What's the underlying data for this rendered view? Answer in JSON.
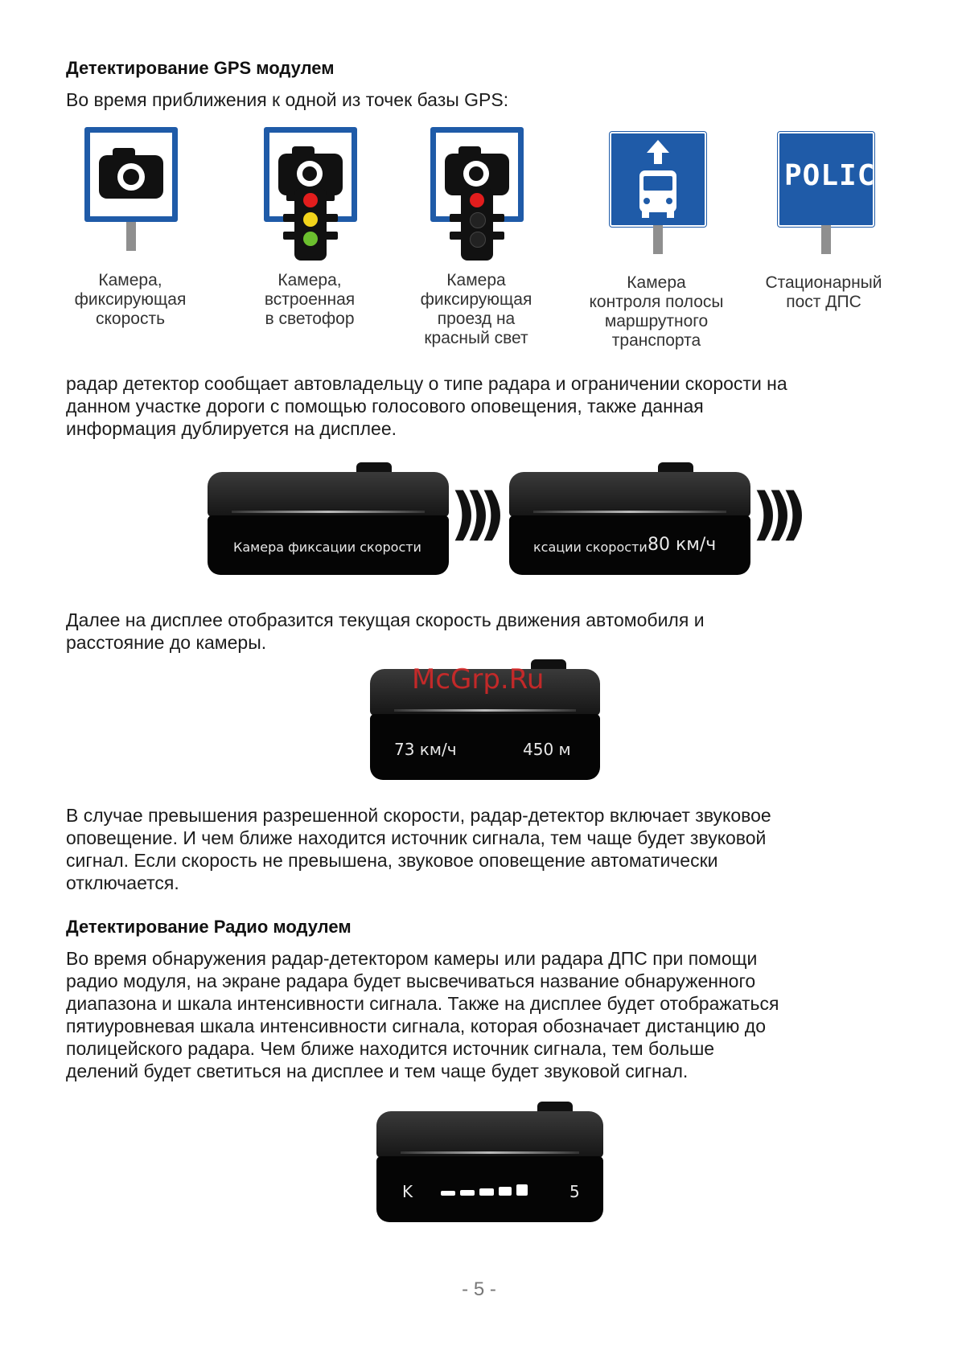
{
  "section1": {
    "heading": "Детектирование GPS модулем",
    "intro": "Во время приближения к одной из точек базы GPS:"
  },
  "signs": [
    {
      "icon": "speed-camera-sign-icon",
      "caption": [
        "Камера,",
        "фиксирующая",
        "скорость"
      ]
    },
    {
      "icon": "traffic-light-camera-sign-icon",
      "caption": [
        "Камера,",
        "встроенная",
        "в светофор"
      ]
    },
    {
      "icon": "red-light-camera-sign-icon",
      "caption": [
        "Камера",
        "фиксирующая",
        "проезд на",
        "красный свет"
      ]
    },
    {
      "icon": "bus-lane-sign-icon",
      "caption": [
        "Камера",
        "контроля полосы",
        "маршрутного",
        "транспорта"
      ]
    },
    {
      "icon": "police-sign-icon",
      "label": "POLICE",
      "caption": [
        "Стационарный",
        "пост ДПС"
      ]
    }
  ],
  "para1": [
    "радар детектор сообщает автовладельцу о типе радара и ограничении скорости на",
    "данном участке дороги с помощью голосового оповещения, также данная",
    "информация дублируется на дисплее."
  ],
  "device1_screen": "Камера фиксации скорости",
  "device2_screen": "ксации скорости",
  "device2_speed": "80 км/ч",
  "para2": [
    "Далее на дисплее отобразится текущая скорость движения автомобиля и",
    "расстояние до камеры."
  ],
  "device3_speed": "73 км/ч",
  "device3_distance": "450 м",
  "watermark": "McGrp.Ru",
  "para3": [
    "В случае превышения разрешенной скорости, радар-детектор включает звуковое",
    "оповещение. И чем ближе находится источник сигнала, тем чаще будет звуковой",
    "сигнал. Если скорость не превышена, звуковое оповещение автоматически",
    "отключается."
  ],
  "section2": {
    "heading": "Детектирование Радио модулем",
    "para": [
      "Во время обнаружения радар-детектором камеры или радара ДПС при помощи",
      "радио модуля, на экране радара будет высвечиваться название обнаруженного",
      "диапазона и шкала интенсивности сигнала. Также на дисплее будет отображаться",
      "пятиуровневая шкала интенсивности сигнала, которая обозначает дистанцию до",
      "полицейского радара. Чем ближе находится источник сигнала, тем больше",
      "делений будет светиться на дисплее и тем чаще будет звуковой сигнал."
    ]
  },
  "device4_band": "K",
  "device4_level": "5",
  "device4_signal_fraction": 1.0,
  "page_number": "- 5 -"
}
